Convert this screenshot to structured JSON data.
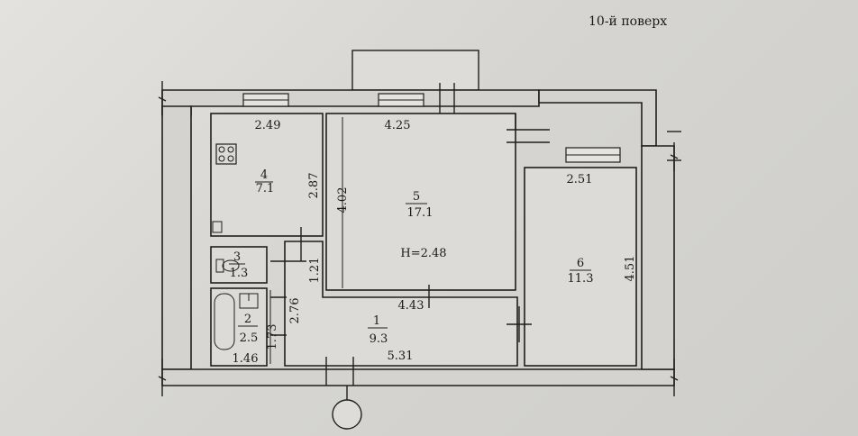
{
  "floor_label": "10-й поверх",
  "rooms": [
    {
      "number": "1",
      "area": "9.3"
    },
    {
      "number": "2",
      "area": "2.5"
    },
    {
      "number": "3",
      "area": "1.3"
    },
    {
      "number": "4",
      "area": "7.1"
    },
    {
      "number": "5",
      "area": "17.1"
    },
    {
      "number": "6",
      "area": "11.3"
    }
  ],
  "ceiling_height": "H=2.48",
  "dimensions": {
    "kitchen_width": "2.49",
    "kitchen_depth": "2.87",
    "living_width": "4.25",
    "living_depth": "4.02",
    "living_bottom": "4.43",
    "bedroom_width": "2.51",
    "bedroom_depth": "4.51",
    "hall_depth_upper": "1.21",
    "hall_depth": "2.76",
    "hall_width": "5.31",
    "bath_depth": "1.73",
    "bath_width": "1.46"
  }
}
